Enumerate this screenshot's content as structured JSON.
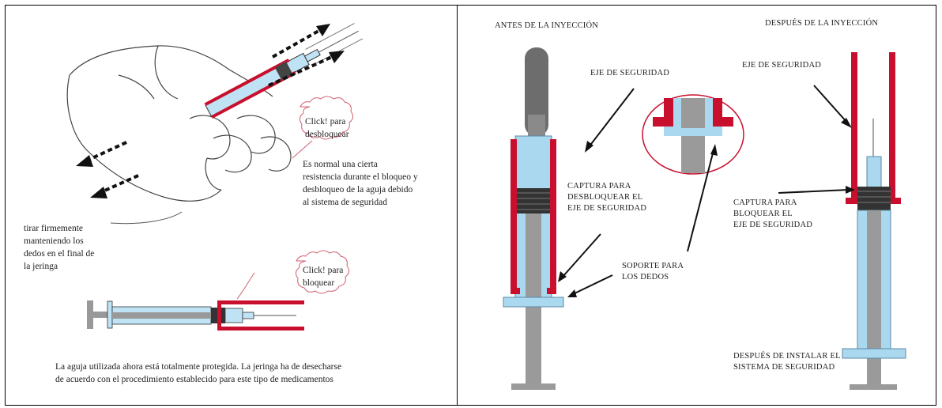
{
  "left_panel": {
    "click_unlock": "Click! para\ndesbloquear",
    "resistance_note": "Es normal una cierta\nresistencia durante el bloqueo y\ndesbloqueo de la aguja debido\nal sistema de seguridad",
    "pull_note": "tirar firmemente\nmanteniendo los\ndedos en el final de\nla jeringa",
    "click_lock": "Click! para\nbloquear",
    "caption": "La aguja utilizada ahora está totalmente protegida. La jeringa ha de desecharse\nde acuerdo con el procedimiento establecido para este tipo de medicamentos"
  },
  "right_panel": {
    "before_title": "ANTES DE LA INYECCIÓN",
    "after_title": "DESPUÉS DE LA INYECCIÓN",
    "safety_axis_left": "EJE DE SEGURIDAD",
    "safety_axis_right": "EJE DE SEGURIDAD",
    "unlock_catch": "CAPTURA PARA\nDESBLOQUEAR EL\nEJE DE SEGURIDAD",
    "lock_catch": "CAPTURA PARA\nBLOQUEAR EL\nEJE DE SEGURIDAD",
    "finger_support": "SOPORTE PARA\nLOS DEDOS",
    "after_install": "DESPUÉS DE INSTALAR EL\nSISTEMA DE SEGURIDAD"
  },
  "colors": {
    "red": "#c8102e",
    "light_blue": "#a9d8ef",
    "gray": "#9a9a9a",
    "dark_gray": "#6d6d6d",
    "outline": "#333333"
  }
}
